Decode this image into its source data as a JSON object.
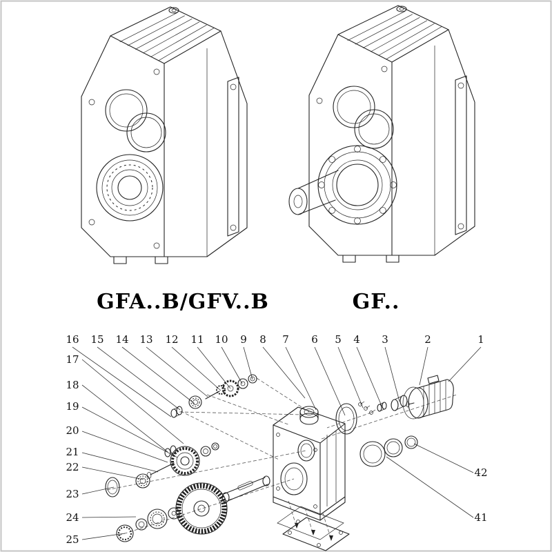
{
  "colors": {
    "line": "#222222",
    "background": "#ffffff"
  },
  "models": {
    "left_label": "GFA..B/GFV..B",
    "right_label": "GF.."
  },
  "exploded": {
    "callouts_top": [
      "16",
      "15",
      "14",
      "13",
      "12",
      "11",
      "10",
      "9",
      "8",
      "7",
      "6",
      "5",
      "4",
      "3",
      "2",
      "1"
    ],
    "callouts_left": [
      "17",
      "18",
      "19",
      "20",
      "21",
      "22",
      "23",
      "24",
      "25"
    ],
    "callouts_right": [
      "42",
      "41"
    ]
  }
}
